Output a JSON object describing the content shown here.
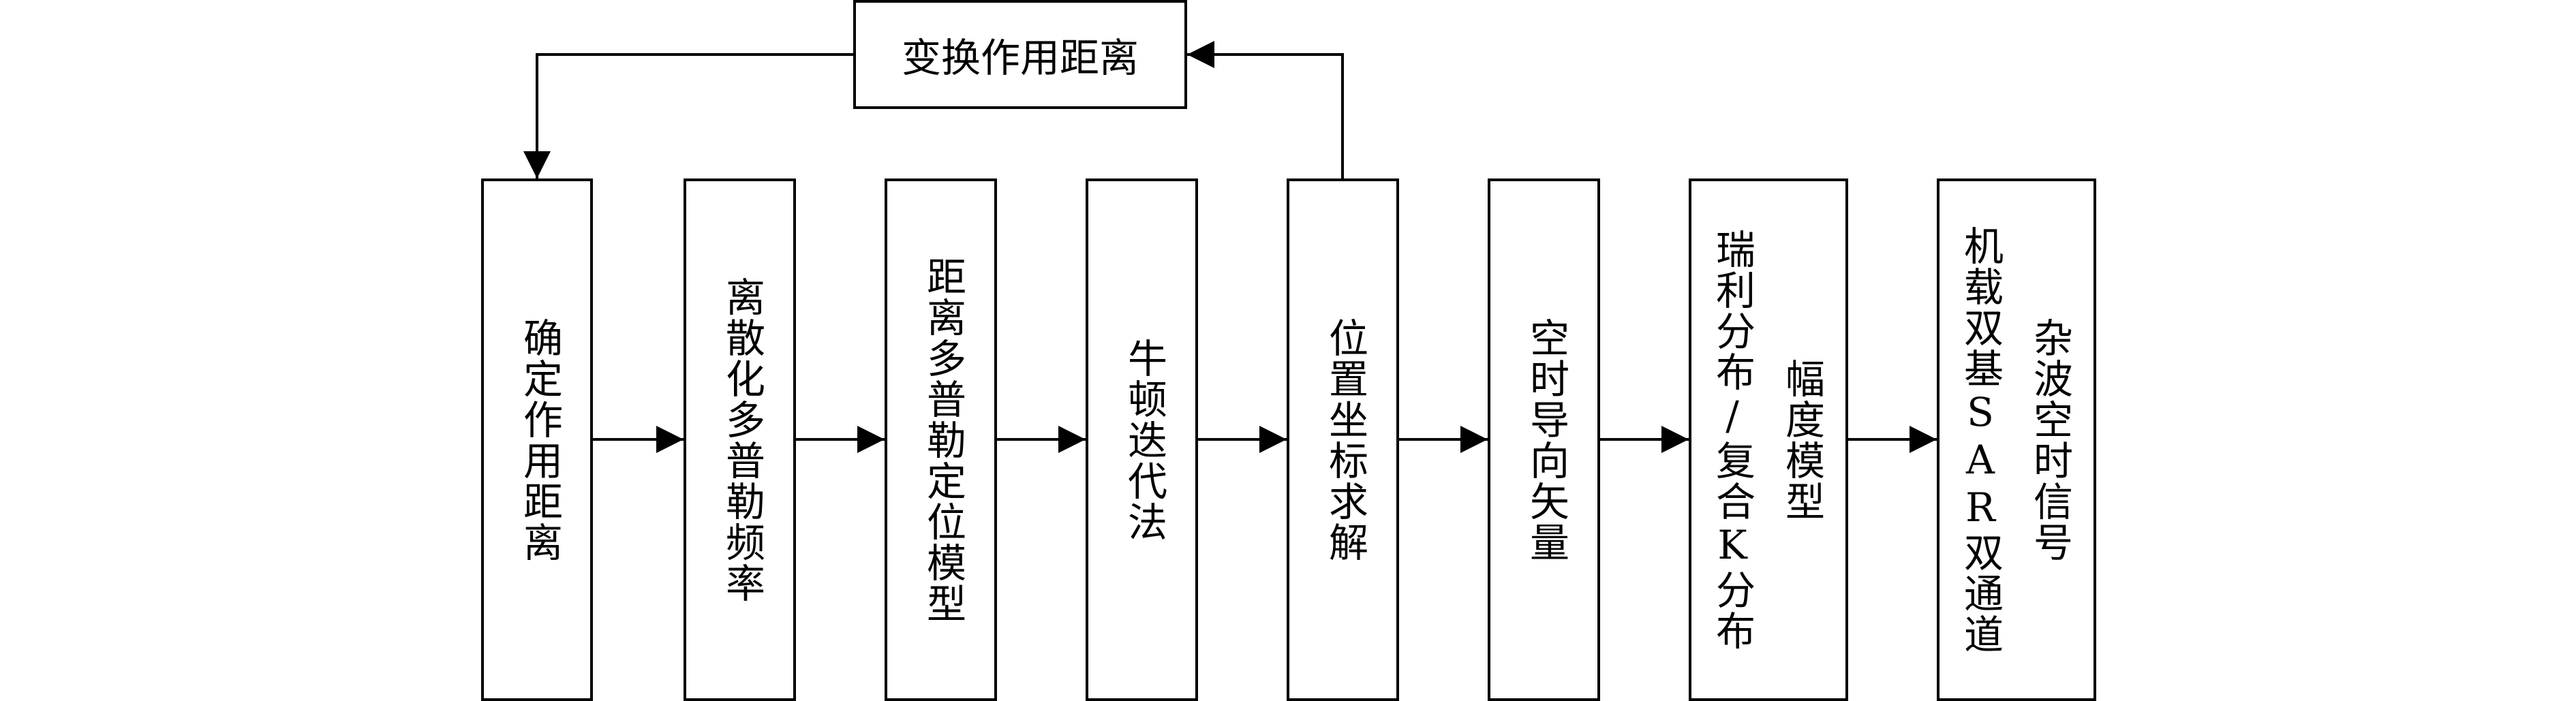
{
  "top_box": {
    "label": "变换作用距离"
  },
  "boxes": [
    {
      "lines": [
        "确定作用距离"
      ]
    },
    {
      "lines": [
        "离散化多普勒频率"
      ]
    },
    {
      "lines": [
        "距离多普勒定位模型"
      ]
    },
    {
      "lines": [
        "牛顿迭代法"
      ]
    },
    {
      "lines": [
        "位置坐标求解"
      ]
    },
    {
      "lines": [
        "空时导向矢量"
      ]
    },
    {
      "lines": [
        "瑞利分布/复合K分布",
        "幅度模型"
      ]
    },
    {
      "lines": [
        "机载双基SAR双通道",
        "杂波空时信号"
      ]
    }
  ]
}
